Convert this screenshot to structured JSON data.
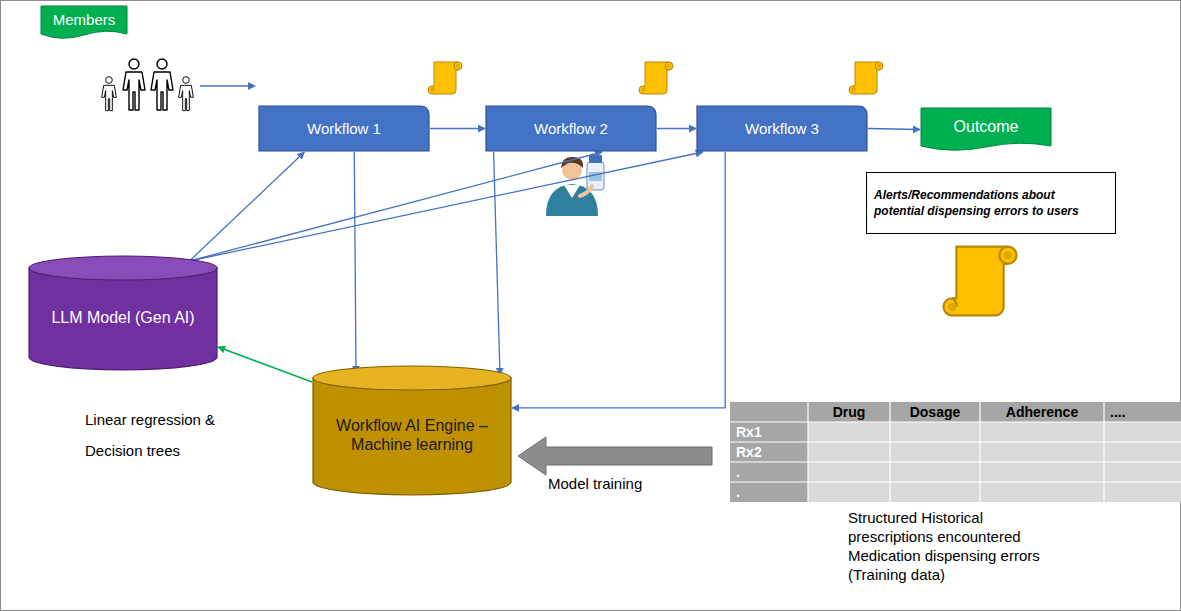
{
  "diagram": {
    "nodes": [
      {
        "text": [
          "Members"
        ]
      },
      {
        "text": [
          "Workflow 1"
        ]
      },
      {
        "text": [
          "Workflow 2"
        ]
      },
      {
        "text": [
          "Workflow 3"
        ]
      },
      {
        "text": [
          "Outcome"
        ]
      },
      {
        "text": [
          "Alerts/Recommendations about potential dispensing errors to users"
        ]
      },
      {
        "text": [
          "LLM Model (Gen AI)"
        ]
      },
      {
        "text": [
          "Workflow AI Engine – Machine learning"
        ]
      }
    ],
    "edges": [
      {
        "from": 1,
        "to": 2,
        "arrow": "to"
      },
      {
        "from": 2,
        "to": 3,
        "arrow": "to"
      },
      {
        "from": 3,
        "to": 4,
        "arrow": "to"
      },
      {
        "from": 6,
        "to": 1,
        "arrow": "to"
      },
      {
        "from": 6,
        "to": 2,
        "arrow": "to"
      },
      {
        "from": 6,
        "to": 3,
        "arrow": "to"
      },
      {
        "from": 1,
        "to": 7,
        "arrow": "to"
      },
      {
        "from": 2,
        "to": 7,
        "arrow": "to"
      },
      {
        "from": 3,
        "to": 7,
        "arrow": "to"
      },
      {
        "from": 7,
        "to": 6,
        "arrow": "to"
      }
    ],
    "labels": [
      "Linear regression &",
      "Decision trees",
      "Model training",
      "Drug",
      "Dosage",
      "Adherence",
      "....",
      "Rx1",
      "Rx2",
      ".",
      ".",
      "Structured Historical prescriptions encountered Medication dispensing errors (Training data)"
    ]
  }
}
